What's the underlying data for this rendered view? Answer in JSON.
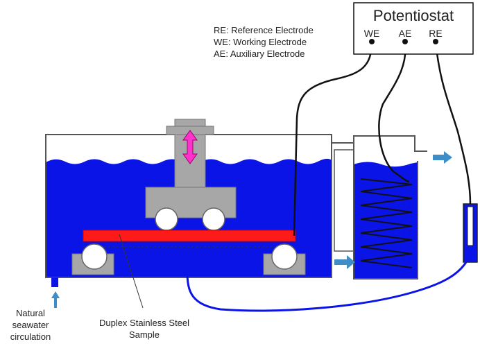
{
  "potentiostat": {
    "title": "Potentiostat",
    "terminals": [
      "WE",
      "AE",
      "RE"
    ]
  },
  "legend": [
    "RE: Reference Electrode",
    "WE: Working Electrode",
    "AE: Auxiliary Electrode"
  ],
  "labels": {
    "inlet_line1": "Natural",
    "inlet_line2": "seawater",
    "inlet_line3": "circulation",
    "sample_line1": "Duplex Stainless Steel",
    "sample_line2": "Sample"
  },
  "colors": {
    "water": "#0a14e6",
    "fixture": "#a7a7a7",
    "sample": "#ff1a1a",
    "flow_arrow": "#3e8dc6",
    "motion_arrow": "#ff33cc",
    "wire": "#111111",
    "reference_electrode": "#0a14e6"
  },
  "icons": {
    "motion": "double-arrow-vertical-icon",
    "flow": "arrow-right-icon",
    "inlet": "arrow-up-icon"
  }
}
